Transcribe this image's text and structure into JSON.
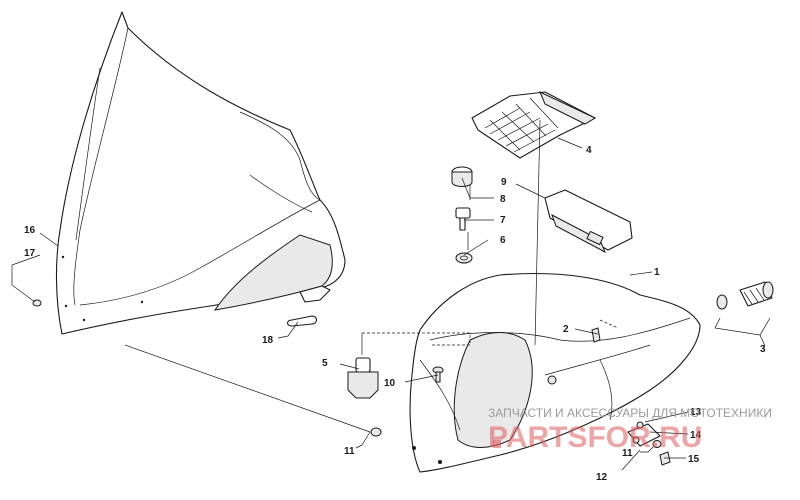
{
  "callouts": {
    "c1": "1",
    "c2": "2",
    "c3": "3",
    "c4": "4",
    "c5": "5",
    "c6": "6",
    "c7": "7",
    "c8": "8",
    "c9": "9",
    "c10": "10",
    "c11a": "11",
    "c11b": "11",
    "c12": "12",
    "c13": "13",
    "c14": "14",
    "c15": "15",
    "c16": "16",
    "c17": "17",
    "c18": "18"
  },
  "watermark": {
    "caption": "ЗАПЧАСТИ И АКСЕССУАРЫ ДЛЯ МОТОТЕХНИКИ",
    "brand": "PARTSFOR.RU"
  }
}
